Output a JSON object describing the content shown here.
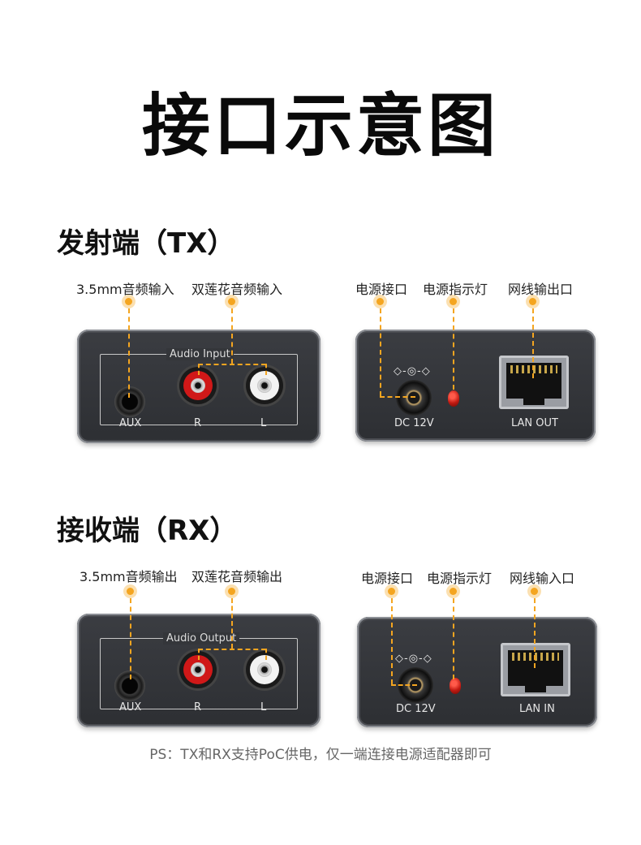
{
  "title": "接口示意图",
  "tx": {
    "heading": "发射端（TX）",
    "labels": {
      "aux": "3.5mm音频输入",
      "rca": "双莲花音频输入",
      "power": "电源接口",
      "indicator": "电源指示灯",
      "lan": "网线输出口"
    },
    "panel_left": {
      "frame_label": "Audio Input",
      "ports": [
        "AUX",
        "R",
        "L"
      ]
    },
    "panel_right": {
      "dc_symbol": "◇-◎-◇",
      "dc_label": "DC 12V",
      "lan_label": "LAN OUT"
    }
  },
  "rx": {
    "heading": "接收端（RX）",
    "labels": {
      "aux": "3.5mm音频输出",
      "rca": "双莲花音频输出",
      "power": "电源接口",
      "indicator": "电源指示灯",
      "lan": "网线输入口"
    },
    "panel_left": {
      "frame_label": "Audio Output",
      "ports": [
        "AUX",
        "R",
        "L"
      ]
    },
    "panel_right": {
      "dc_symbol": "◇-◎-◇",
      "dc_label": "DC 12V",
      "lan_label": "LAN IN"
    }
  },
  "footnote": "PS：TX和RX支持PoC供电，仅一端连接电源适配器即可",
  "colors": {
    "accent": "#f4a520",
    "panel": "#2f3135",
    "rca_red": "#d01818",
    "rca_white": "#f2f2f2"
  }
}
